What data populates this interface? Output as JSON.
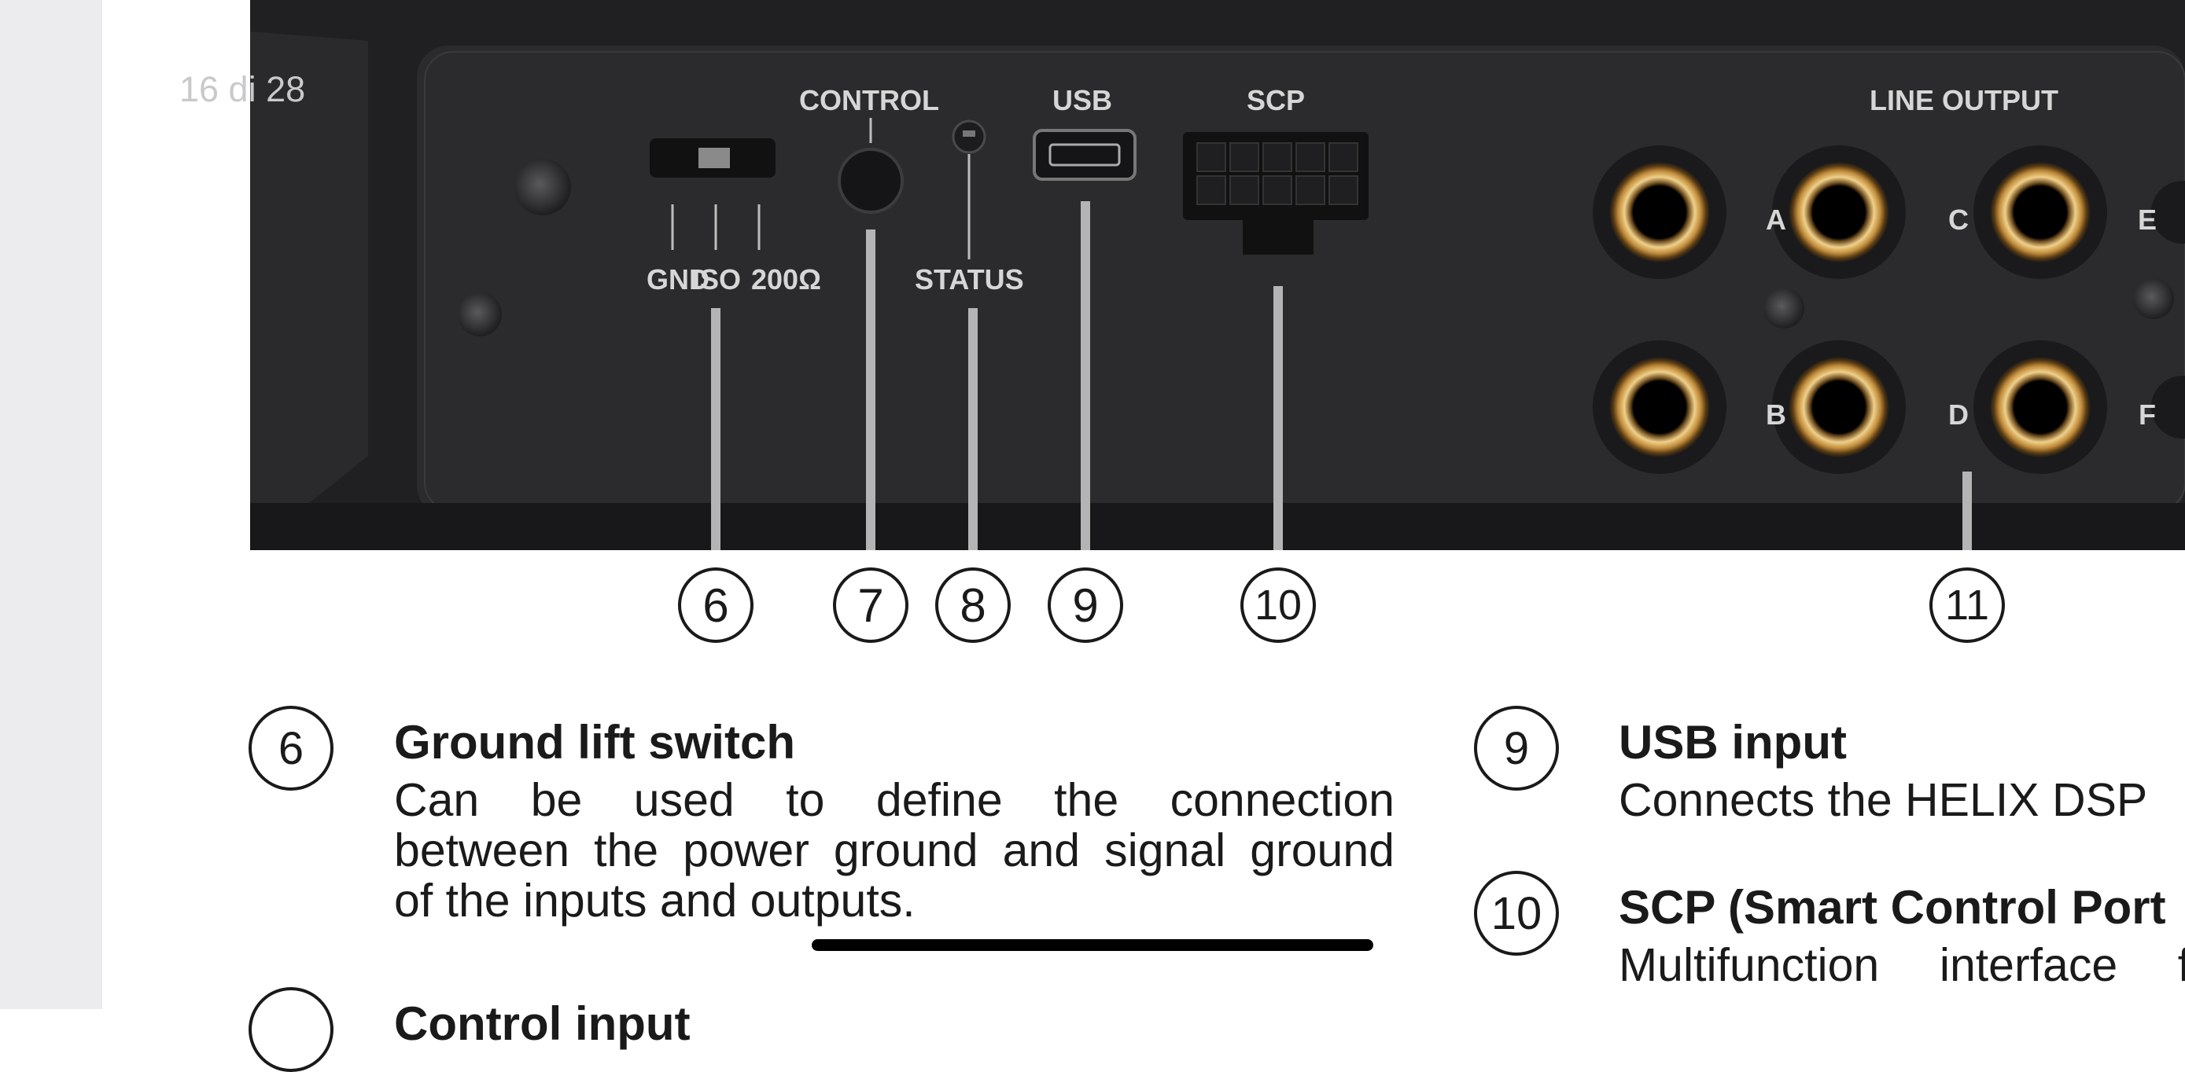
{
  "page_indicator": "16 di 28",
  "panel_labels": {
    "control": "CONTROL",
    "usb": "USB",
    "scp": "SCP",
    "line_output": "LINE OUTPUT",
    "gnd": "GND",
    "iso": "ISO",
    "ohm": "200Ω",
    "status": "STATUS",
    "a": "A",
    "b": "B",
    "c": "C",
    "d": "D",
    "e": "E",
    "f": "F"
  },
  "callouts": [
    "6",
    "7",
    "8",
    "9",
    "10",
    "11"
  ],
  "descriptions": [
    {
      "number": "6",
      "title": "Ground lift switch",
      "body_line1": "Can be used to define the connection",
      "body_line2": "between the power ground and signal ground",
      "body_line3": "of the inputs and outputs."
    },
    {
      "number": "9",
      "title": "USB input",
      "body_line1": "Connects the HELIX DSP"
    },
    {
      "number": "10",
      "title": "SCP (Smart Control Port",
      "body_line1": "Multifunction interface fo"
    }
  ],
  "partial_next_title": "Control input",
  "colors": {
    "panel": "#2b2b2d",
    "panel_dark": "#1c1c1e",
    "label": "#d6d6d6",
    "leader": "#b8b8b8",
    "gold": "#c9a05a",
    "text": "#1a1a1a"
  }
}
